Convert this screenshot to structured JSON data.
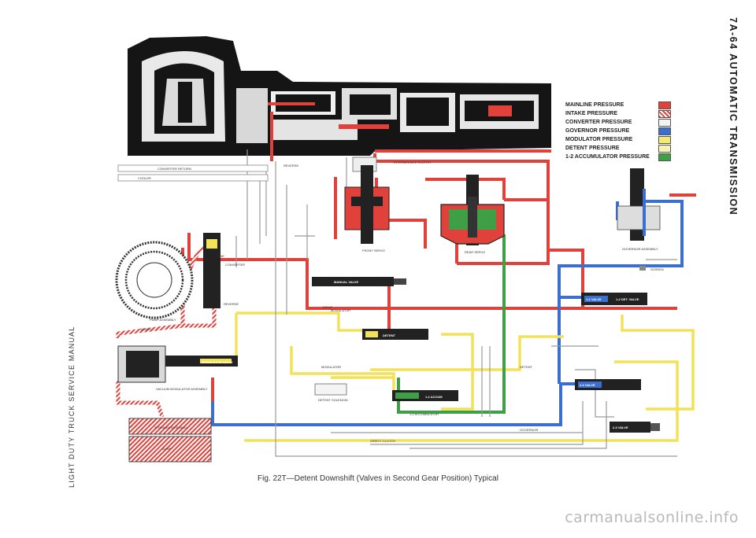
{
  "page": {
    "side_header": "7A-64 AUTOMATIC TRANSMISSION",
    "side_footer": "LIGHT DUTY TRUCK SERVICE MANUAL",
    "caption": "Fig. 22T—Detent Downshift (Valves in Second Gear Position) Typical",
    "watermark": "carmanualsonline.info"
  },
  "legend": [
    {
      "label": "MAINLINE PRESSURE",
      "color": "#e0413b"
    },
    {
      "label": "INTAKE PRESSURE",
      "color": "#e0413b",
      "hatched": true
    },
    {
      "label": "CONVERTER PRESSURE",
      "color": "#f3f3f3"
    },
    {
      "label": "GOVERNOR PRESSURE",
      "color": "#3a6fd0"
    },
    {
      "label": "MODULATOR PRESSURE",
      "color": "#f2ea72"
    },
    {
      "label": "DETENT PRESSURE",
      "color": "#f7f3b0"
    },
    {
      "label": "1-2 ACCUMULATOR PRESSURE",
      "color": "#3e9f46"
    }
  ],
  "components": {
    "manual_valve": "MANUAL VALVE",
    "front_servo": "FRONT SERVO",
    "rear_servo": "REAR SERVO",
    "governor": "GOVERNOR ASSEMBLY",
    "screen": "SCREEN",
    "pump": "PUMP ASSEMBLY",
    "vacuum_modulator": "VACUUM MODULATOR ASSEMBLY",
    "modulator_valve": "MODULATOR VALVE",
    "detent_solenoid": "DETENT SOLENOID",
    "detent": "DETENT",
    "accum": "1-2 ACCUM",
    "valve_12": "1-2 VALVE",
    "valve_12det": "1-2 DET. VALVE",
    "valve_23": "2-3 VALVE",
    "valve_23det": "2-3 VALVE",
    "cooler": "COOLER",
    "converter_return": "CONVERTER RETURN",
    "strainer": "STRAINER ASSEMBLY",
    "sump": "SUMP"
  },
  "passages": {
    "intermediate_clutch": "INTERMEDIATE CLUTCH",
    "reverse": "REVERSE",
    "drive": "DRIVE",
    "line": "LINE",
    "converter": "CONVERTER",
    "intake": "INTAKE",
    "modulator": "MODULATOR",
    "governor": "GOVERNOR",
    "direct_clutch": "DIRECT CLUTCH",
    "accumulator": "1-2 ACCUMULATOR",
    "detent": "DETENT"
  }
}
